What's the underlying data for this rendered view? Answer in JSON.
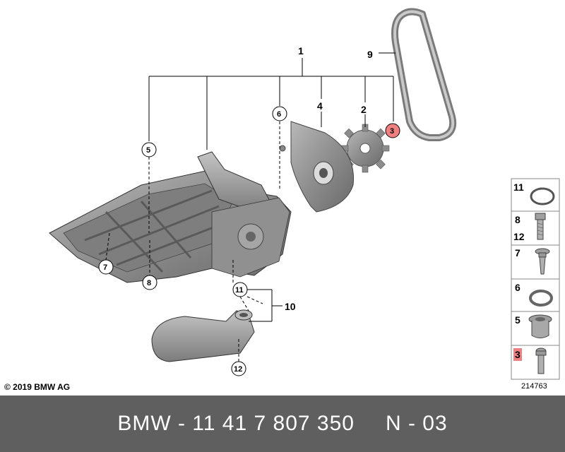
{
  "callouts": {
    "c1": "1",
    "c2": "2",
    "c3": "3",
    "c4": "4",
    "c5": "5",
    "c6": "6",
    "c7": "7",
    "c8": "8",
    "c9": "9",
    "c10": "10",
    "c11": "11",
    "c12": "12"
  },
  "parts_table": [
    {
      "labels": [
        "11"
      ],
      "icon": "o-ring-icon"
    },
    {
      "labels": [
        "8",
        "12"
      ],
      "icon": "hex-bolt-icon"
    },
    {
      "labels": [
        "7"
      ],
      "icon": "flange-screw-icon"
    },
    {
      "labels": [
        "6"
      ],
      "icon": "seal-ring-icon"
    },
    {
      "labels": [
        "5"
      ],
      "icon": "sleeve-bushing-icon"
    },
    {
      "labels": [
        "3"
      ],
      "icon": "socket-screw-icon",
      "highlight": true
    }
  ],
  "copyright": "© 2019 BMW AG",
  "diagram_number": "214763",
  "footer": {
    "part_number": "BMW - 11 41 7 807 350",
    "variant": "N - 03"
  },
  "colors": {
    "highlight": "#f08080",
    "part_gray": "#9a9a9a",
    "footer_bg": "#5f5f5f"
  }
}
